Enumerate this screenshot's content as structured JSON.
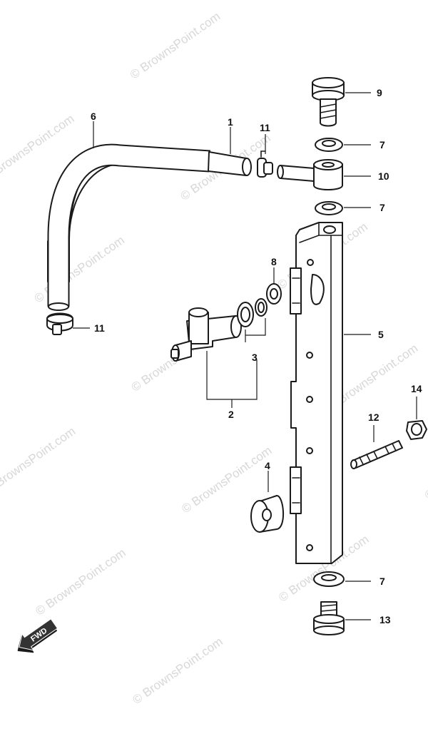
{
  "watermark": "© BrownsPoint.com",
  "direction_badge": "FWD",
  "callouts": {
    "c1": "1",
    "c2": "2",
    "c3": "3",
    "c4": "4",
    "c5": "5",
    "c6": "6",
    "c7a": "7",
    "c7b": "7",
    "c7c": "7",
    "c8": "8",
    "c9": "9",
    "c10": "10",
    "c11a": "11",
    "c11b": "11",
    "c12": "12",
    "c13": "13",
    "c14": "14"
  }
}
